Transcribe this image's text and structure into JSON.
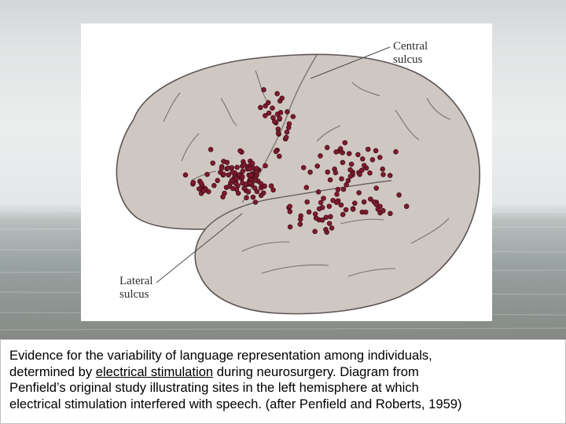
{
  "figure": {
    "labels": {
      "central_sulcus": "Central\nsulcus",
      "lateral_sulcus": "Lateral\nsulcus"
    },
    "colors": {
      "brain_fill": "#cfc7c2",
      "brain_outline": "#5d5553",
      "sulcus_line": "#7a706d",
      "stimulation_site": "#7e1a2c",
      "stimulation_site_outline": "#3c0a14"
    }
  },
  "caption": {
    "line1": "Evidence for the variability of language representation among individuals,",
    "line2_before": "determined by ",
    "line2_link": "electrical stimulation",
    "line2_after": " during neurosurgery. Diagram from",
    "line3": "Penfield’s original study illustrating sites in the left hemisphere at which",
    "line4": "electrical stimulation interfered with speech. (after Penfield and Roberts, 1959)"
  }
}
